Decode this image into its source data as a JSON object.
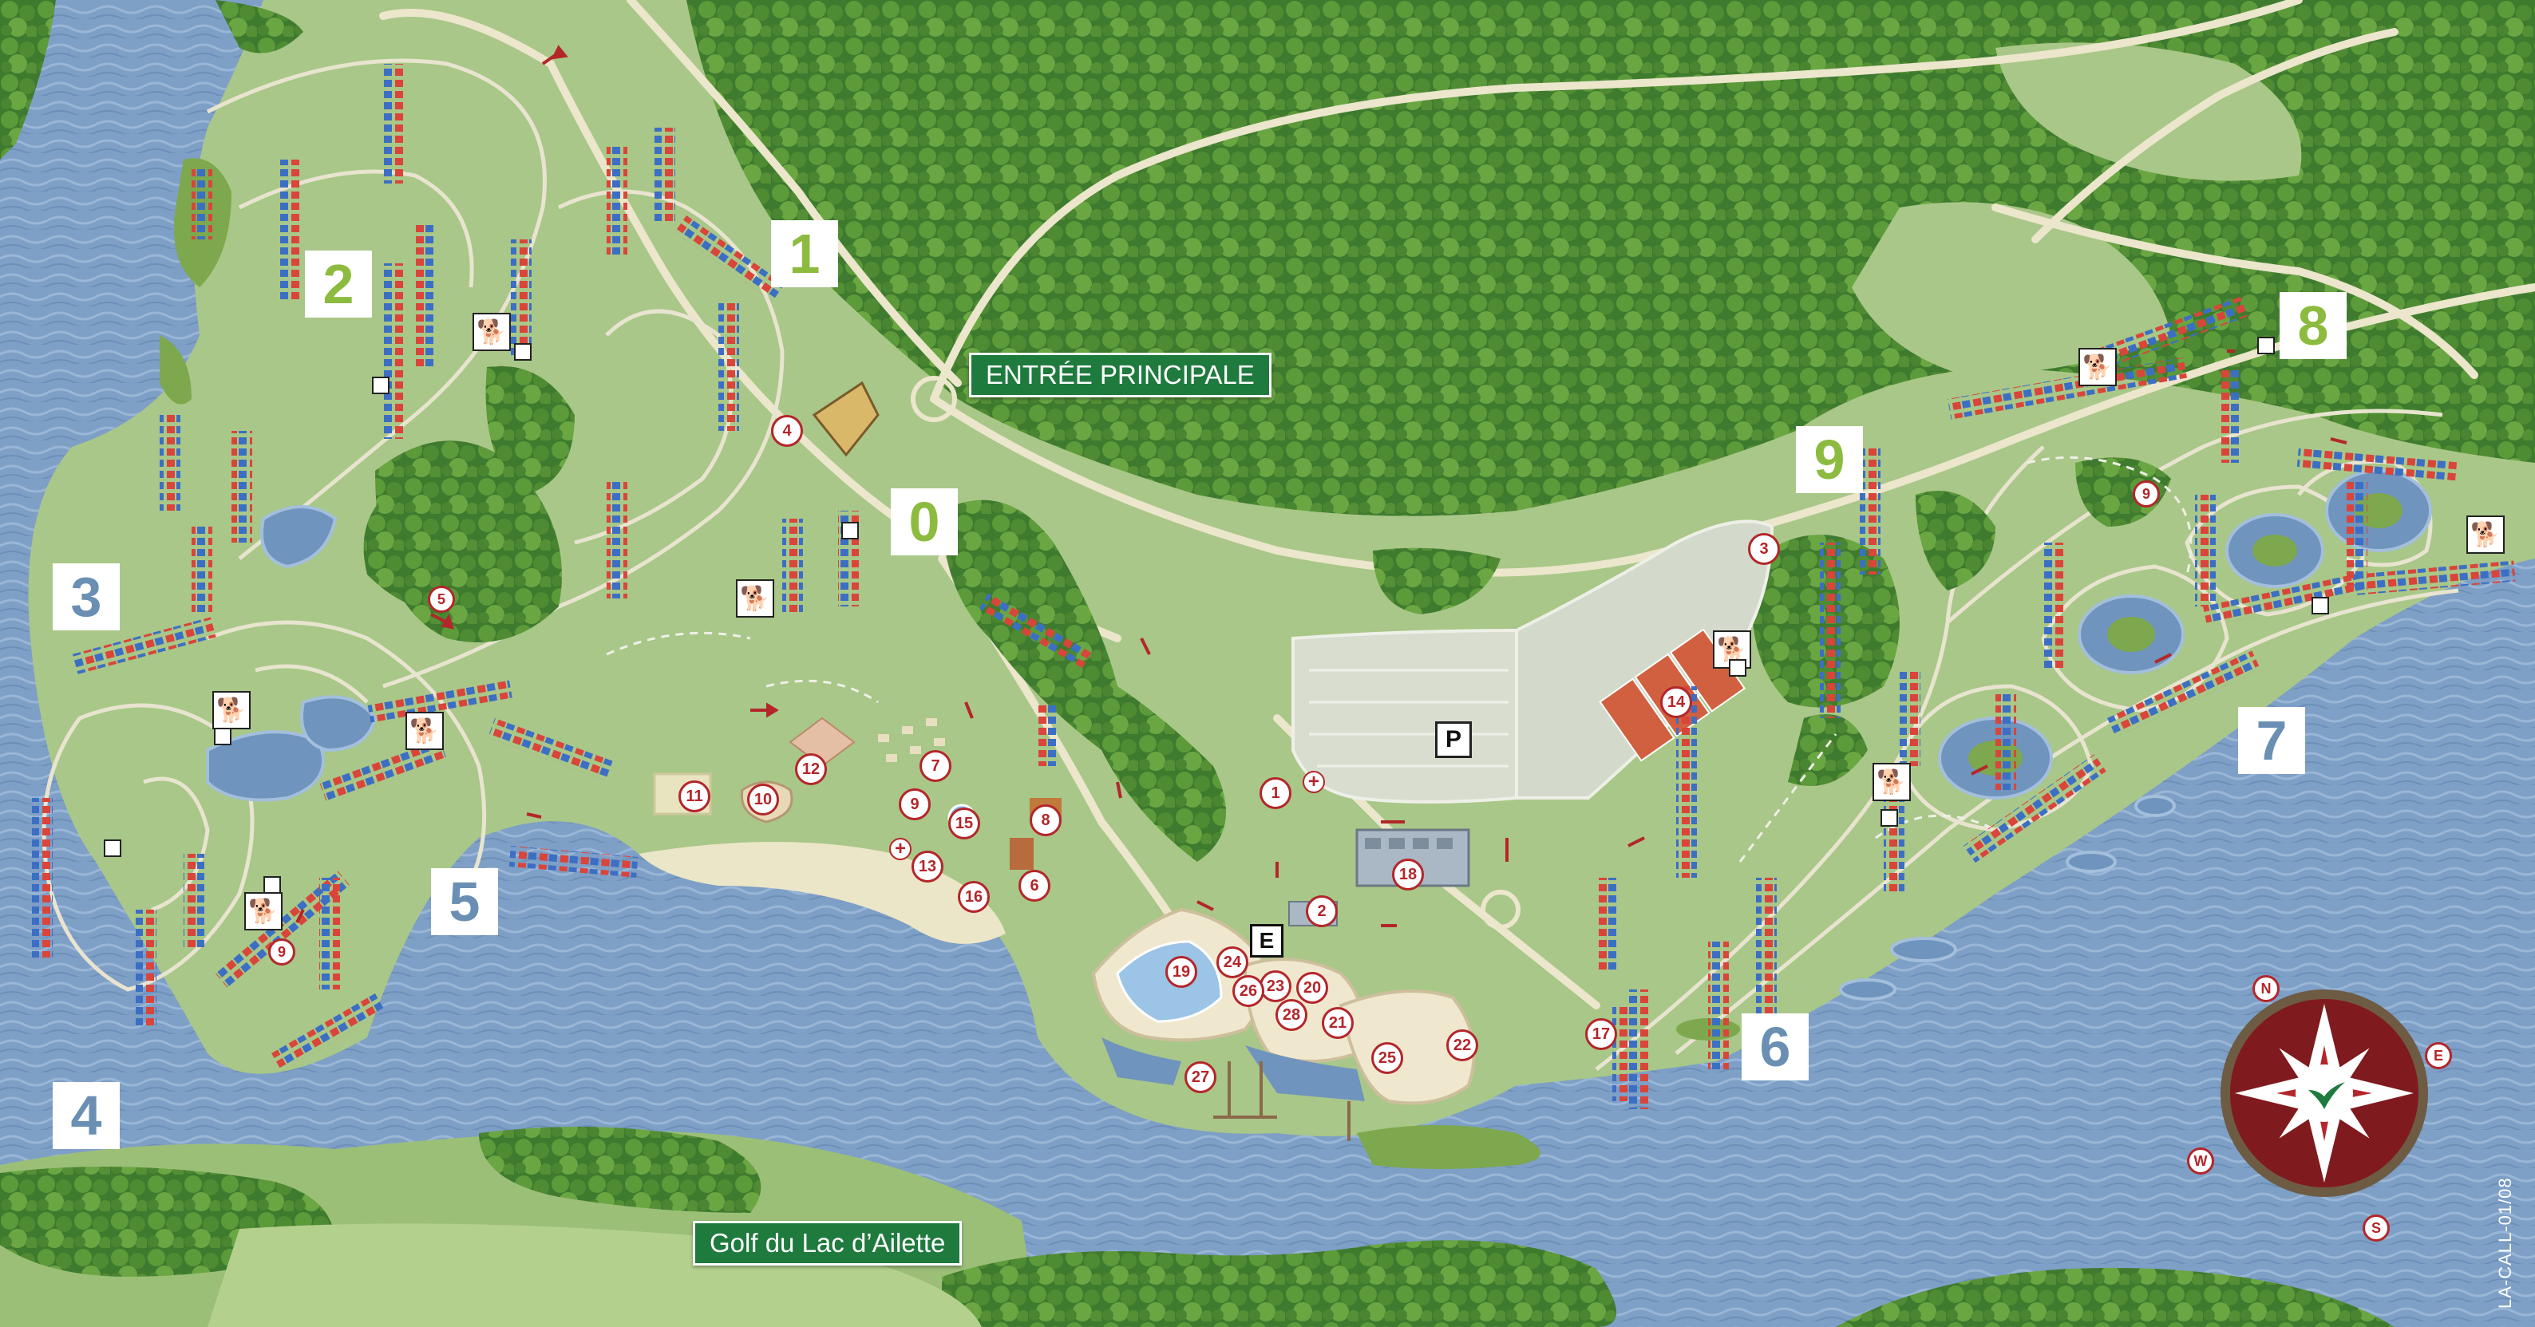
{
  "map": {
    "colors": {
      "land": "#a9c788",
      "forest": "#3e7a2e",
      "water": "#7fa0c6",
      "road": "#e8e4cf",
      "accent": "#b3262a",
      "sign": "#1f7a3e"
    }
  },
  "signs": {
    "entrance": "ENTRÉE PRINCIPALE",
    "golf": "Golf du Lac d’Ailette"
  },
  "zones": {
    "z0": "0",
    "z1": "1",
    "z2": "2",
    "z3": "3",
    "z4": "4",
    "z5": "5",
    "z6": "6",
    "z7": "7",
    "z8": "8",
    "z9": "9"
  },
  "facilities": {
    "p1": "1",
    "p2": "2",
    "p3": "3",
    "p4": "4",
    "p5": "5",
    "p6": "6",
    "p7": "7",
    "p8": "8",
    "p9a": "9",
    "p9b": "9",
    "p9c": "9",
    "p10": "10",
    "p11": "11",
    "p12": "12",
    "p13": "13",
    "p14": "14",
    "p15": "15",
    "p16": "16",
    "p17": "17",
    "p18": "18",
    "p19": "19",
    "p20": "20",
    "p21": "21",
    "p22": "22",
    "p23": "23",
    "p24": "24",
    "p25": "25",
    "p26": "26",
    "p27": "27",
    "p28": "28",
    "parking": "P",
    "entrance_marker": "E"
  },
  "compass": {
    "n": "N",
    "e": "E",
    "s": "S",
    "w": "W"
  },
  "code": "LA-CALL-01/08"
}
